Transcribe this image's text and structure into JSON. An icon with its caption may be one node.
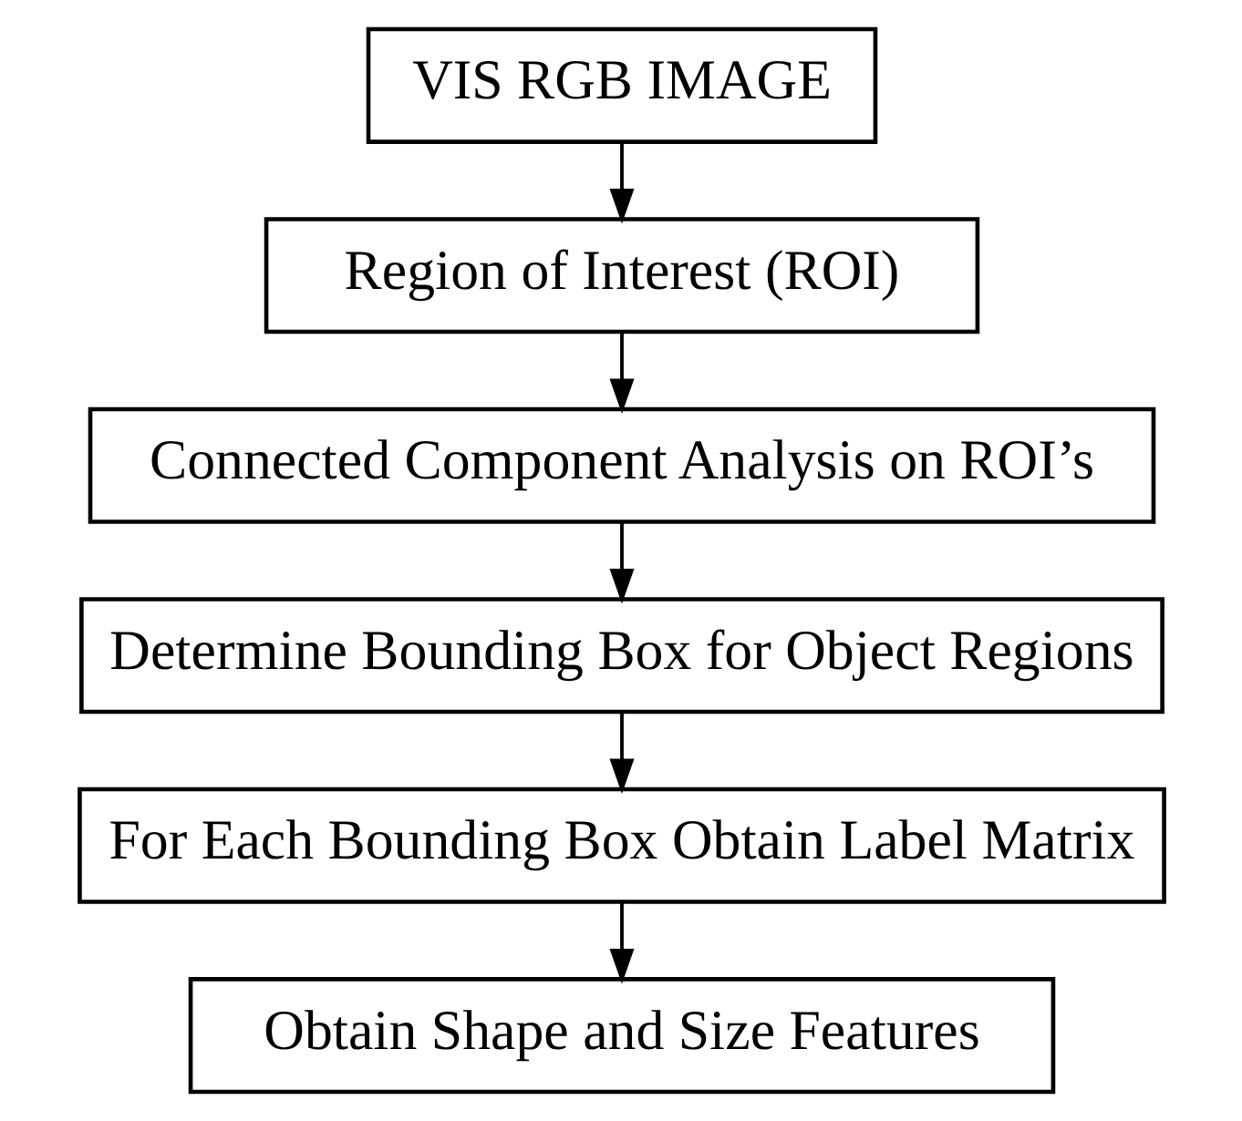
{
  "diagram": {
    "nodes": [
      {
        "text": [
          "VIS RGB IMAGE"
        ]
      },
      {
        "text": [
          "Region of Interest (ROI)"
        ]
      },
      {
        "text": [
          "Connected Component Analysis on ROI’s"
        ]
      },
      {
        "text": [
          "Determine Bounding Box for Object Regions"
        ]
      },
      {
        "text": [
          "For Each Bounding Box Obtain Label Matrix"
        ]
      },
      {
        "text": [
          "Obtain Shape and Size Features"
        ]
      }
    ],
    "edges": [
      {
        "from": 0,
        "to": 1,
        "arrow": "to"
      },
      {
        "from": 1,
        "to": 2,
        "arrow": "to"
      },
      {
        "from": 2,
        "to": 3,
        "arrow": "to"
      },
      {
        "from": 3,
        "to": 4,
        "arrow": "to"
      },
      {
        "from": 4,
        "to": 5,
        "arrow": "to"
      }
    ]
  }
}
